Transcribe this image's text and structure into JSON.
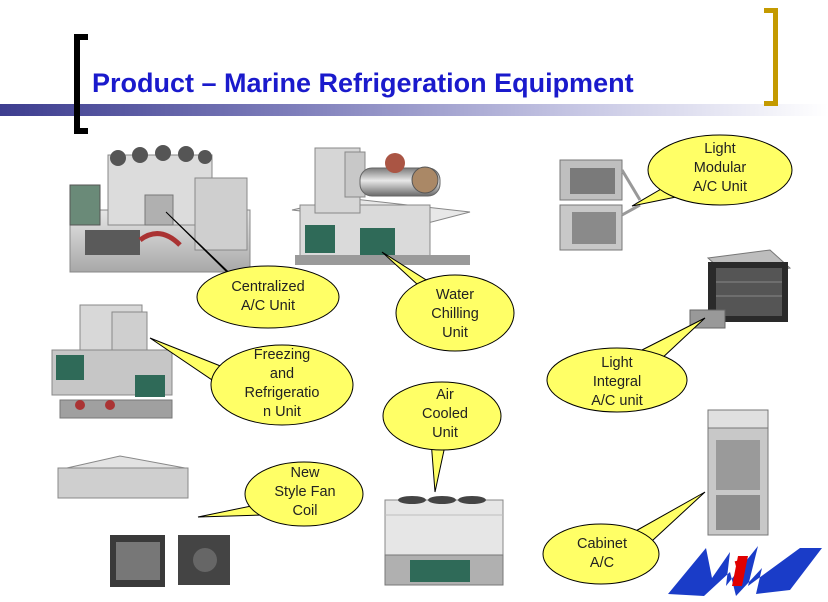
{
  "slide": {
    "title": "Product – Marine Refrigeration Equipment"
  },
  "callouts": {
    "centralized": [
      "Centralized",
      "A/C Unit"
    ],
    "water": [
      "Water",
      "Chilling",
      "Unit"
    ],
    "light_modular": [
      "Light",
      "Modular",
      "A/C Unit"
    ],
    "light_integral": [
      "Light",
      "Integral",
      "A/C unit"
    ],
    "freezing": [
      "Freezing",
      "and",
      "Refrigeratio",
      "n Unit"
    ],
    "air_cooled": [
      "Air",
      "Cooled",
      "Unit"
    ],
    "fan_coil": [
      "New",
      "Style Fan",
      "Coil"
    ],
    "cabinet": [
      "Cabinet",
      "A/C"
    ]
  },
  "logo": {
    "text": "MIW",
    "colors": {
      "blue": "#1a3cc8",
      "red": "#e00000"
    }
  },
  "colors": {
    "title": "#1a1acc",
    "callout_fill": "#ffff66",
    "bracket_left": "#000000",
    "bracket_right": "#c49a00"
  }
}
